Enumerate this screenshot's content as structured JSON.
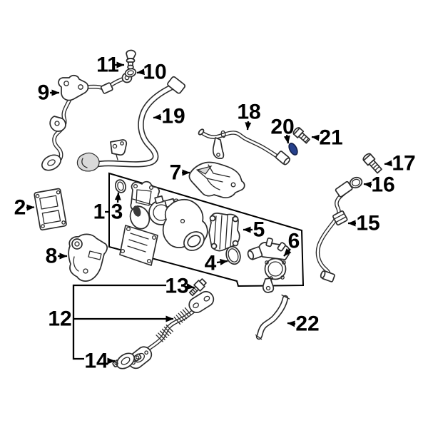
{
  "diagram": {
    "kind": "exploded-parts-diagram",
    "background_color": "#ffffff",
    "line_color": "#2b2b2b",
    "label_color": "#000000",
    "colors": {
      "highlight": "#26418c",
      "highlight_stroke": "#131f47"
    },
    "callouts": [
      {
        "label": "1",
        "highlighted": false
      },
      {
        "label": "2",
        "highlighted": false
      },
      {
        "label": "3",
        "highlighted": false
      },
      {
        "label": "4",
        "highlighted": false
      },
      {
        "label": "5",
        "highlighted": false
      },
      {
        "label": "6",
        "highlighted": false
      },
      {
        "label": "7",
        "highlighted": false
      },
      {
        "label": "8",
        "highlighted": false
      },
      {
        "label": "9",
        "highlighted": false
      },
      {
        "label": "10",
        "highlighted": false
      },
      {
        "label": "11",
        "highlighted": false
      },
      {
        "label": "12",
        "highlighted": false
      },
      {
        "label": "13",
        "highlighted": false
      },
      {
        "label": "14",
        "highlighted": false
      },
      {
        "label": "15",
        "highlighted": false
      },
      {
        "label": "16",
        "highlighted": false
      },
      {
        "label": "17",
        "highlighted": false
      },
      {
        "label": "18",
        "highlighted": false
      },
      {
        "label": "19",
        "highlighted": false
      },
      {
        "label": "20",
        "highlighted": true
      },
      {
        "label": "21",
        "highlighted": false
      },
      {
        "label": "22",
        "highlighted": false
      }
    ]
  }
}
